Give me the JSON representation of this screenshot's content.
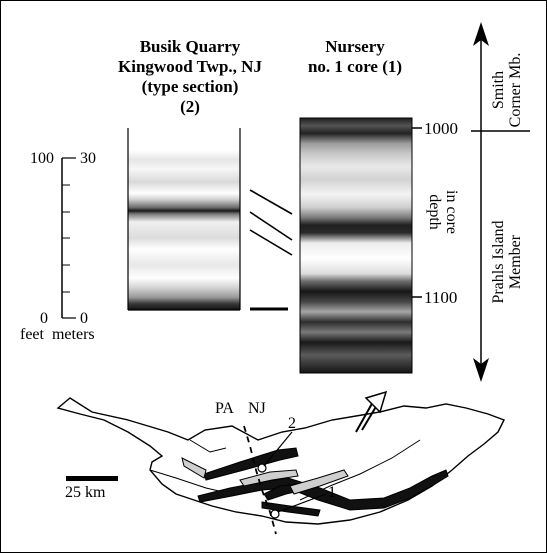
{
  "busik": {
    "line1": "Busik Quarry",
    "line2": "Kingwood Twp., NJ",
    "line3": "(type section)",
    "line4": "(2)"
  },
  "nursery": {
    "line1": "Nursery",
    "line2": "no. 1 core (1)"
  },
  "scale": {
    "feet_top": "100",
    "meters_top": "30",
    "feet_bottom": "0",
    "meters_bottom": "0",
    "units": "feet  meters"
  },
  "depth": {
    "tick_1000": "1000",
    "tick_1100": "1100",
    "label_line1": "depth",
    "label_line2": "in core"
  },
  "members": {
    "smith_line1": "Smith",
    "smith_line2": "Corner Mb.",
    "prahls_line1": "Prahls Island",
    "prahls_line2": "Member"
  },
  "map": {
    "pa": "PA",
    "nj": "NJ",
    "site1": "1",
    "site2": "2",
    "scalebar": "25 km"
  }
}
